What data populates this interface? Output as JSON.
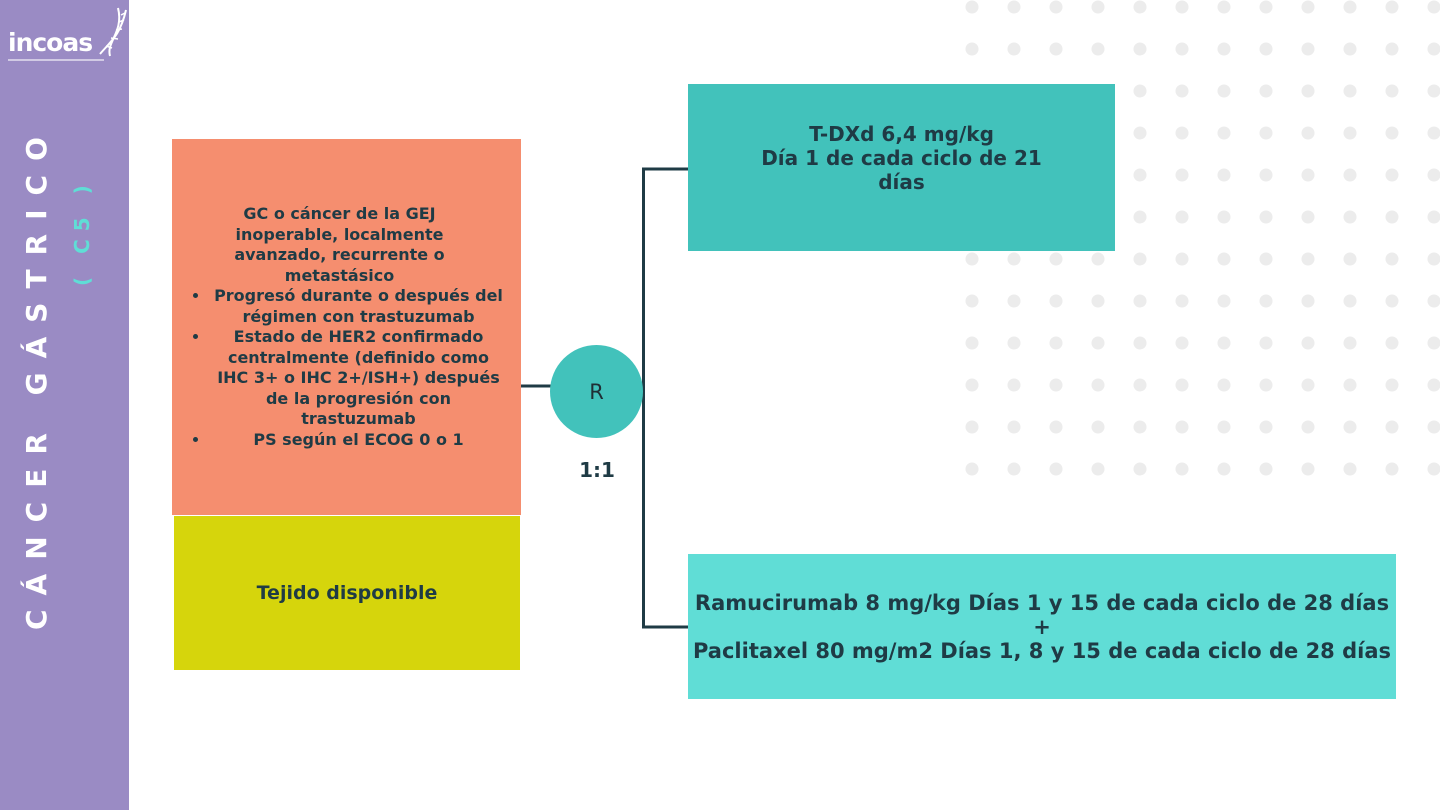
{
  "logo": {
    "text": "incoas"
  },
  "sidebar": {
    "title": "CÁNCER GÁSTRICO",
    "code": "( C5 )"
  },
  "colors": {
    "sidebar": "#9a8bc4",
    "criteria_box": "#f58e6f",
    "tissue_box": "#d6d50c",
    "arm_a": "#42c2bb",
    "arm_b": "#60ddd6",
    "randomization": "#42c2bb",
    "text": "#1f3b45",
    "connector": "#1f3b45",
    "accent_code": "#5fded6"
  },
  "diagram": {
    "criteria": {
      "main": "GC o cáncer de la GEJ inoperable, localmente avanzado, recurrente o metastásico",
      "bullets": [
        "Progresó durante o después del régimen con trastuzumab",
        "Estado de HER2 confirmado centralmente (definido como IHC 3+ o IHC 2+/ISH+) después de la progresión con trastuzumab",
        "PS según el ECOG 0 o 1"
      ]
    },
    "tissue": "Tejido disponible",
    "randomization": {
      "label": "R",
      "ratio": "1:1"
    },
    "arm_a": {
      "line1": "T-DXd 6,4 mg/kg",
      "line2": "Día 1 de cada ciclo de 21 días"
    },
    "arm_b": {
      "line1": "Ramucirumab 8 mg/kg Días 1 y 15 de cada ciclo de 28 días",
      "plus": "+",
      "line2": "Paclitaxel 80 mg/m2 Días 1, 8 y 15 de cada ciclo de 28 días"
    }
  }
}
